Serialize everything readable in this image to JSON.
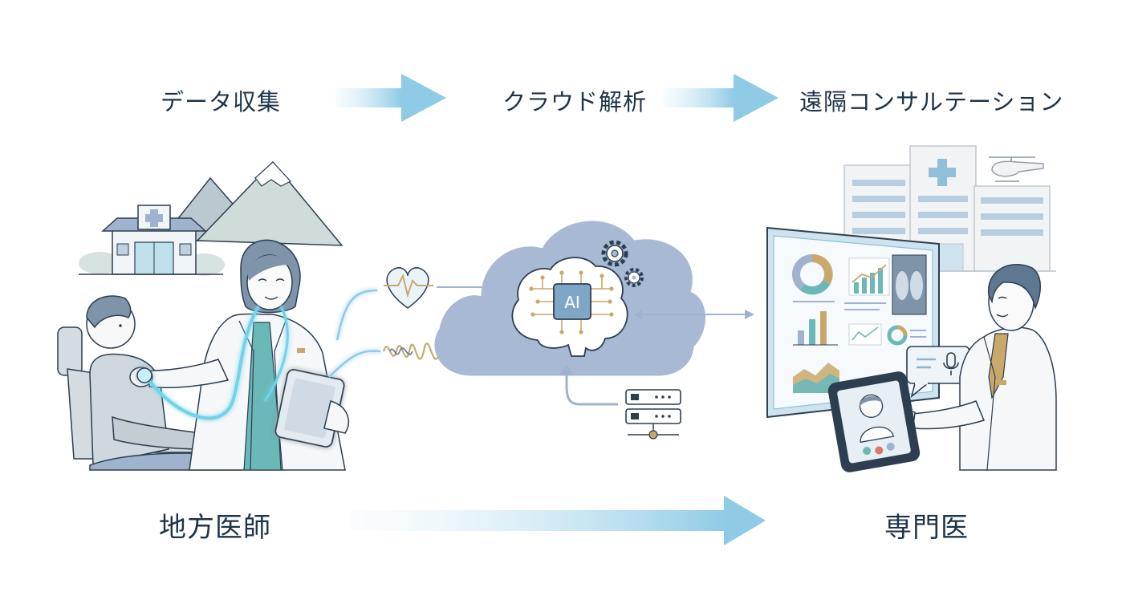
{
  "steps": {
    "data_collection": "データ収集",
    "cloud_analysis": "クラウド解析",
    "remote_consultation": "遠隔コンサルテーション"
  },
  "roles": {
    "rural_doctor": "地方医師",
    "specialist": "専門医"
  },
  "ai_chip_label": "AI",
  "colors": {
    "navy": "#1f3346",
    "cloud": "#9fb3cf",
    "arrow_light": "#8fcbe6",
    "accent_gold": "#c9a86a",
    "teal": "#6bb8b8"
  }
}
